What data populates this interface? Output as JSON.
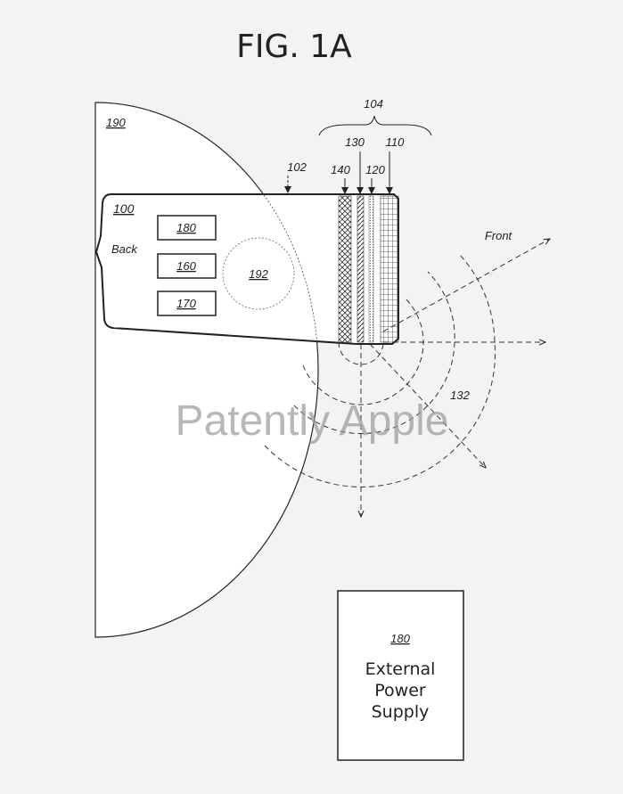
{
  "figure_title": "FIG. 1A",
  "labels": {
    "user": "190",
    "device": "100",
    "back": "Back",
    "housing": "102",
    "stack": "104",
    "layer_140": "140",
    "layer_130": "130",
    "layer_120": "120",
    "layer_110": "110",
    "comp_180": "180",
    "comp_160": "160",
    "comp_170": "170",
    "region_192": "192",
    "front": "Front",
    "field_132": "132"
  },
  "external_power": {
    "ref": "180",
    "line1": "External",
    "line2": "Power",
    "line3": "Supply"
  },
  "watermark": "Patently Apple"
}
